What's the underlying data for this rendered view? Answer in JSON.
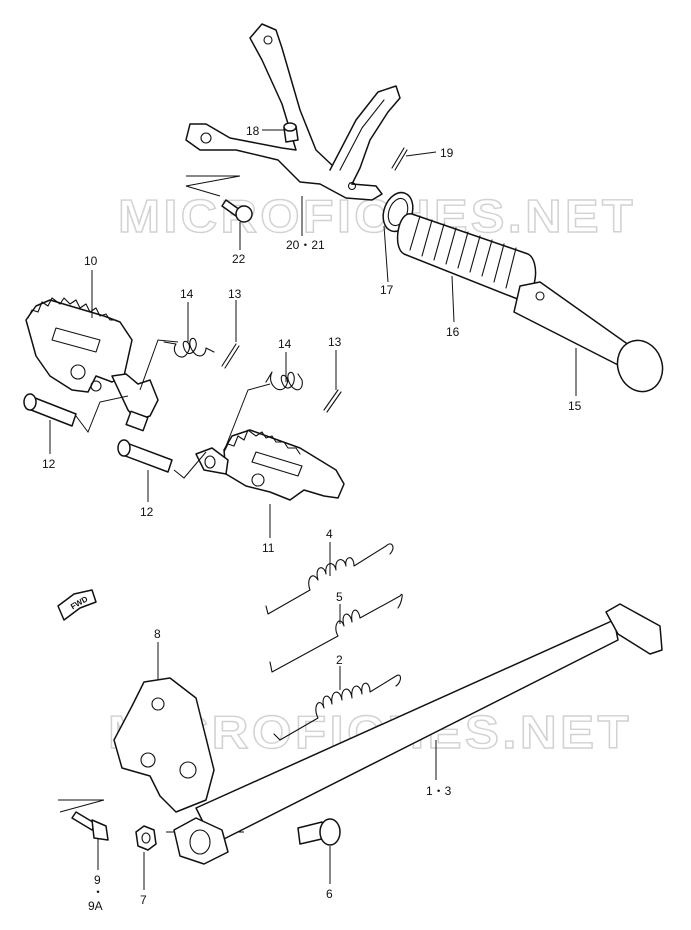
{
  "watermarks": [
    "MICROFICHES.NET",
    "MICROFICHES.NET"
  ],
  "fwd_label": "FWD",
  "callouts": {
    "c18": "18",
    "c19": "19",
    "c20_21": "20・21",
    "c22": "22",
    "c17": "17",
    "c16": "16",
    "c15": "15",
    "c10": "10",
    "c14a": "14",
    "c13a": "13",
    "c14b": "14",
    "c13b": "13",
    "c12a": "12",
    "c12b": "12",
    "c11": "11",
    "c4": "4",
    "c5": "5",
    "c2": "2",
    "c8": "8",
    "c1_3": "1・3",
    "c9": "9",
    "c9_dot": "・",
    "c9a": "9A",
    "c7": "7",
    "c6": "6"
  }
}
